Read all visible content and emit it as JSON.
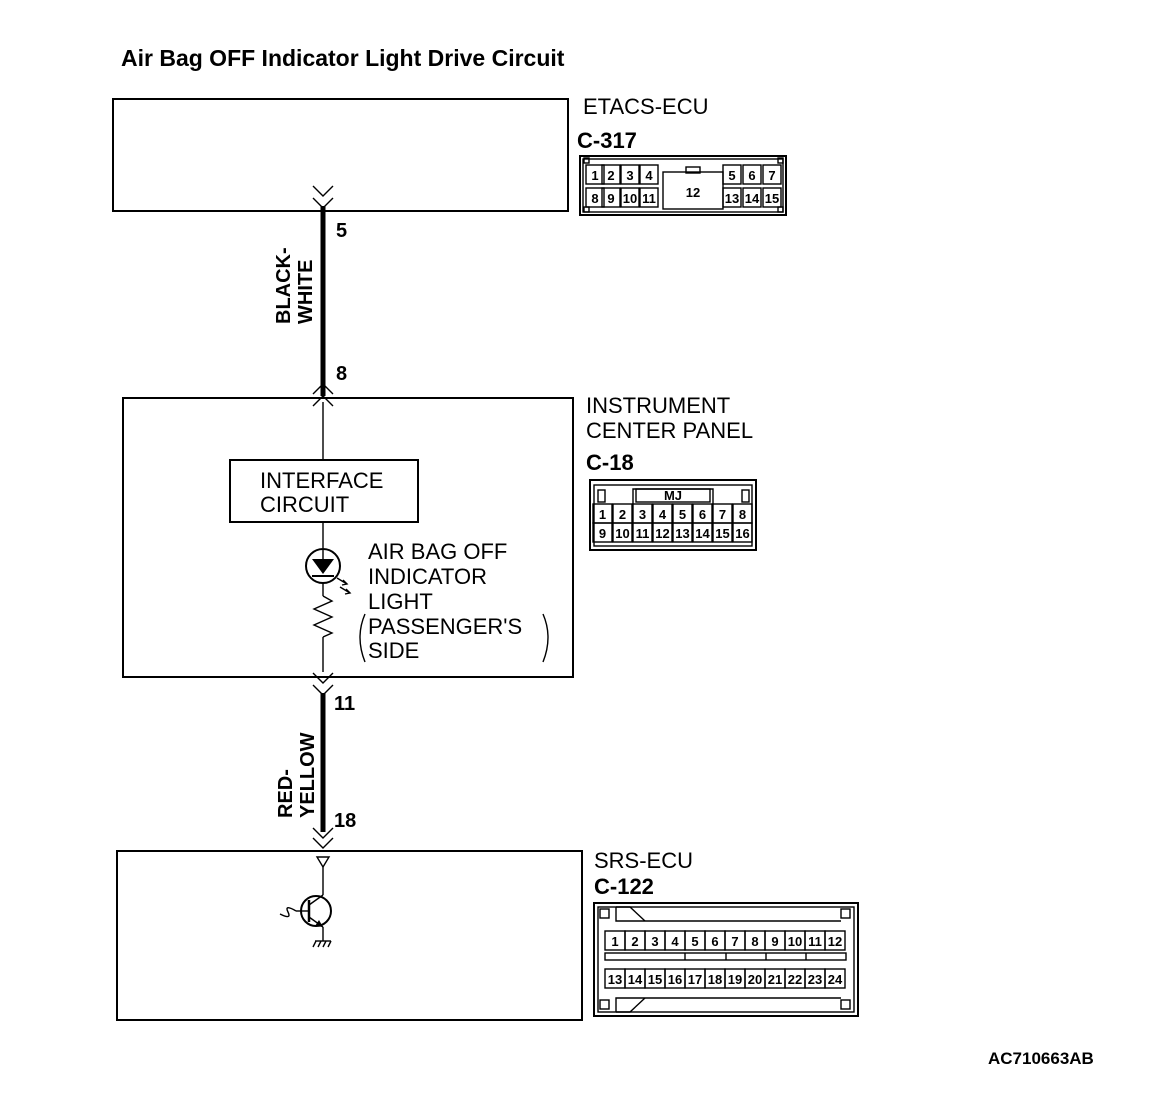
{
  "title": "Air Bag OFF Indicator Light Drive Circuit",
  "components": {
    "etacs": {
      "name": "ETACS-ECU",
      "connector": "C-317"
    },
    "icp": {
      "name_line1": "INSTRUMENT",
      "name_line2": "CENTER PANEL",
      "connector": "C-18"
    },
    "srs": {
      "name": "SRS-ECU",
      "connector": "C-122"
    }
  },
  "interface_circuit": {
    "line1": "INTERFACE",
    "line2": "CIRCUIT"
  },
  "indicator": {
    "line1": "AIR BAG OFF",
    "line2": "INDICATOR",
    "line3": "LIGHT",
    "line4": "PASSENGER'S",
    "line5": "SIDE"
  },
  "wires": {
    "upper": {
      "color_line1": "BLACK-",
      "color_line2": "WHITE",
      "pin_top": "5",
      "pin_bottom": "8"
    },
    "lower": {
      "color_line1": "RED-",
      "color_line2": "YELLOW",
      "pin_top": "11",
      "pin_bottom": "18"
    }
  },
  "connectors": {
    "c317": {
      "top_row": [
        "1",
        "2",
        "3",
        "4",
        "5",
        "6",
        "7"
      ],
      "bottom_row": [
        "8",
        "9",
        "10",
        "11",
        "13",
        "14",
        "15"
      ],
      "center": "12"
    },
    "c18": {
      "key": "MJ",
      "top_row": [
        "1",
        "2",
        "3",
        "4",
        "5",
        "6",
        "7",
        "8"
      ],
      "bottom_row": [
        "9",
        "10",
        "11",
        "12",
        "13",
        "14",
        "15",
        "16"
      ]
    },
    "c122": {
      "top_row": [
        "1",
        "2",
        "3",
        "4",
        "5",
        "6",
        "7",
        "8",
        "9",
        "10",
        "11",
        "12"
      ],
      "bottom_row": [
        "13",
        "14",
        "15",
        "16",
        "17",
        "18",
        "19",
        "20",
        "21",
        "22",
        "23",
        "24"
      ]
    }
  },
  "figure_code": "AC710663AB"
}
